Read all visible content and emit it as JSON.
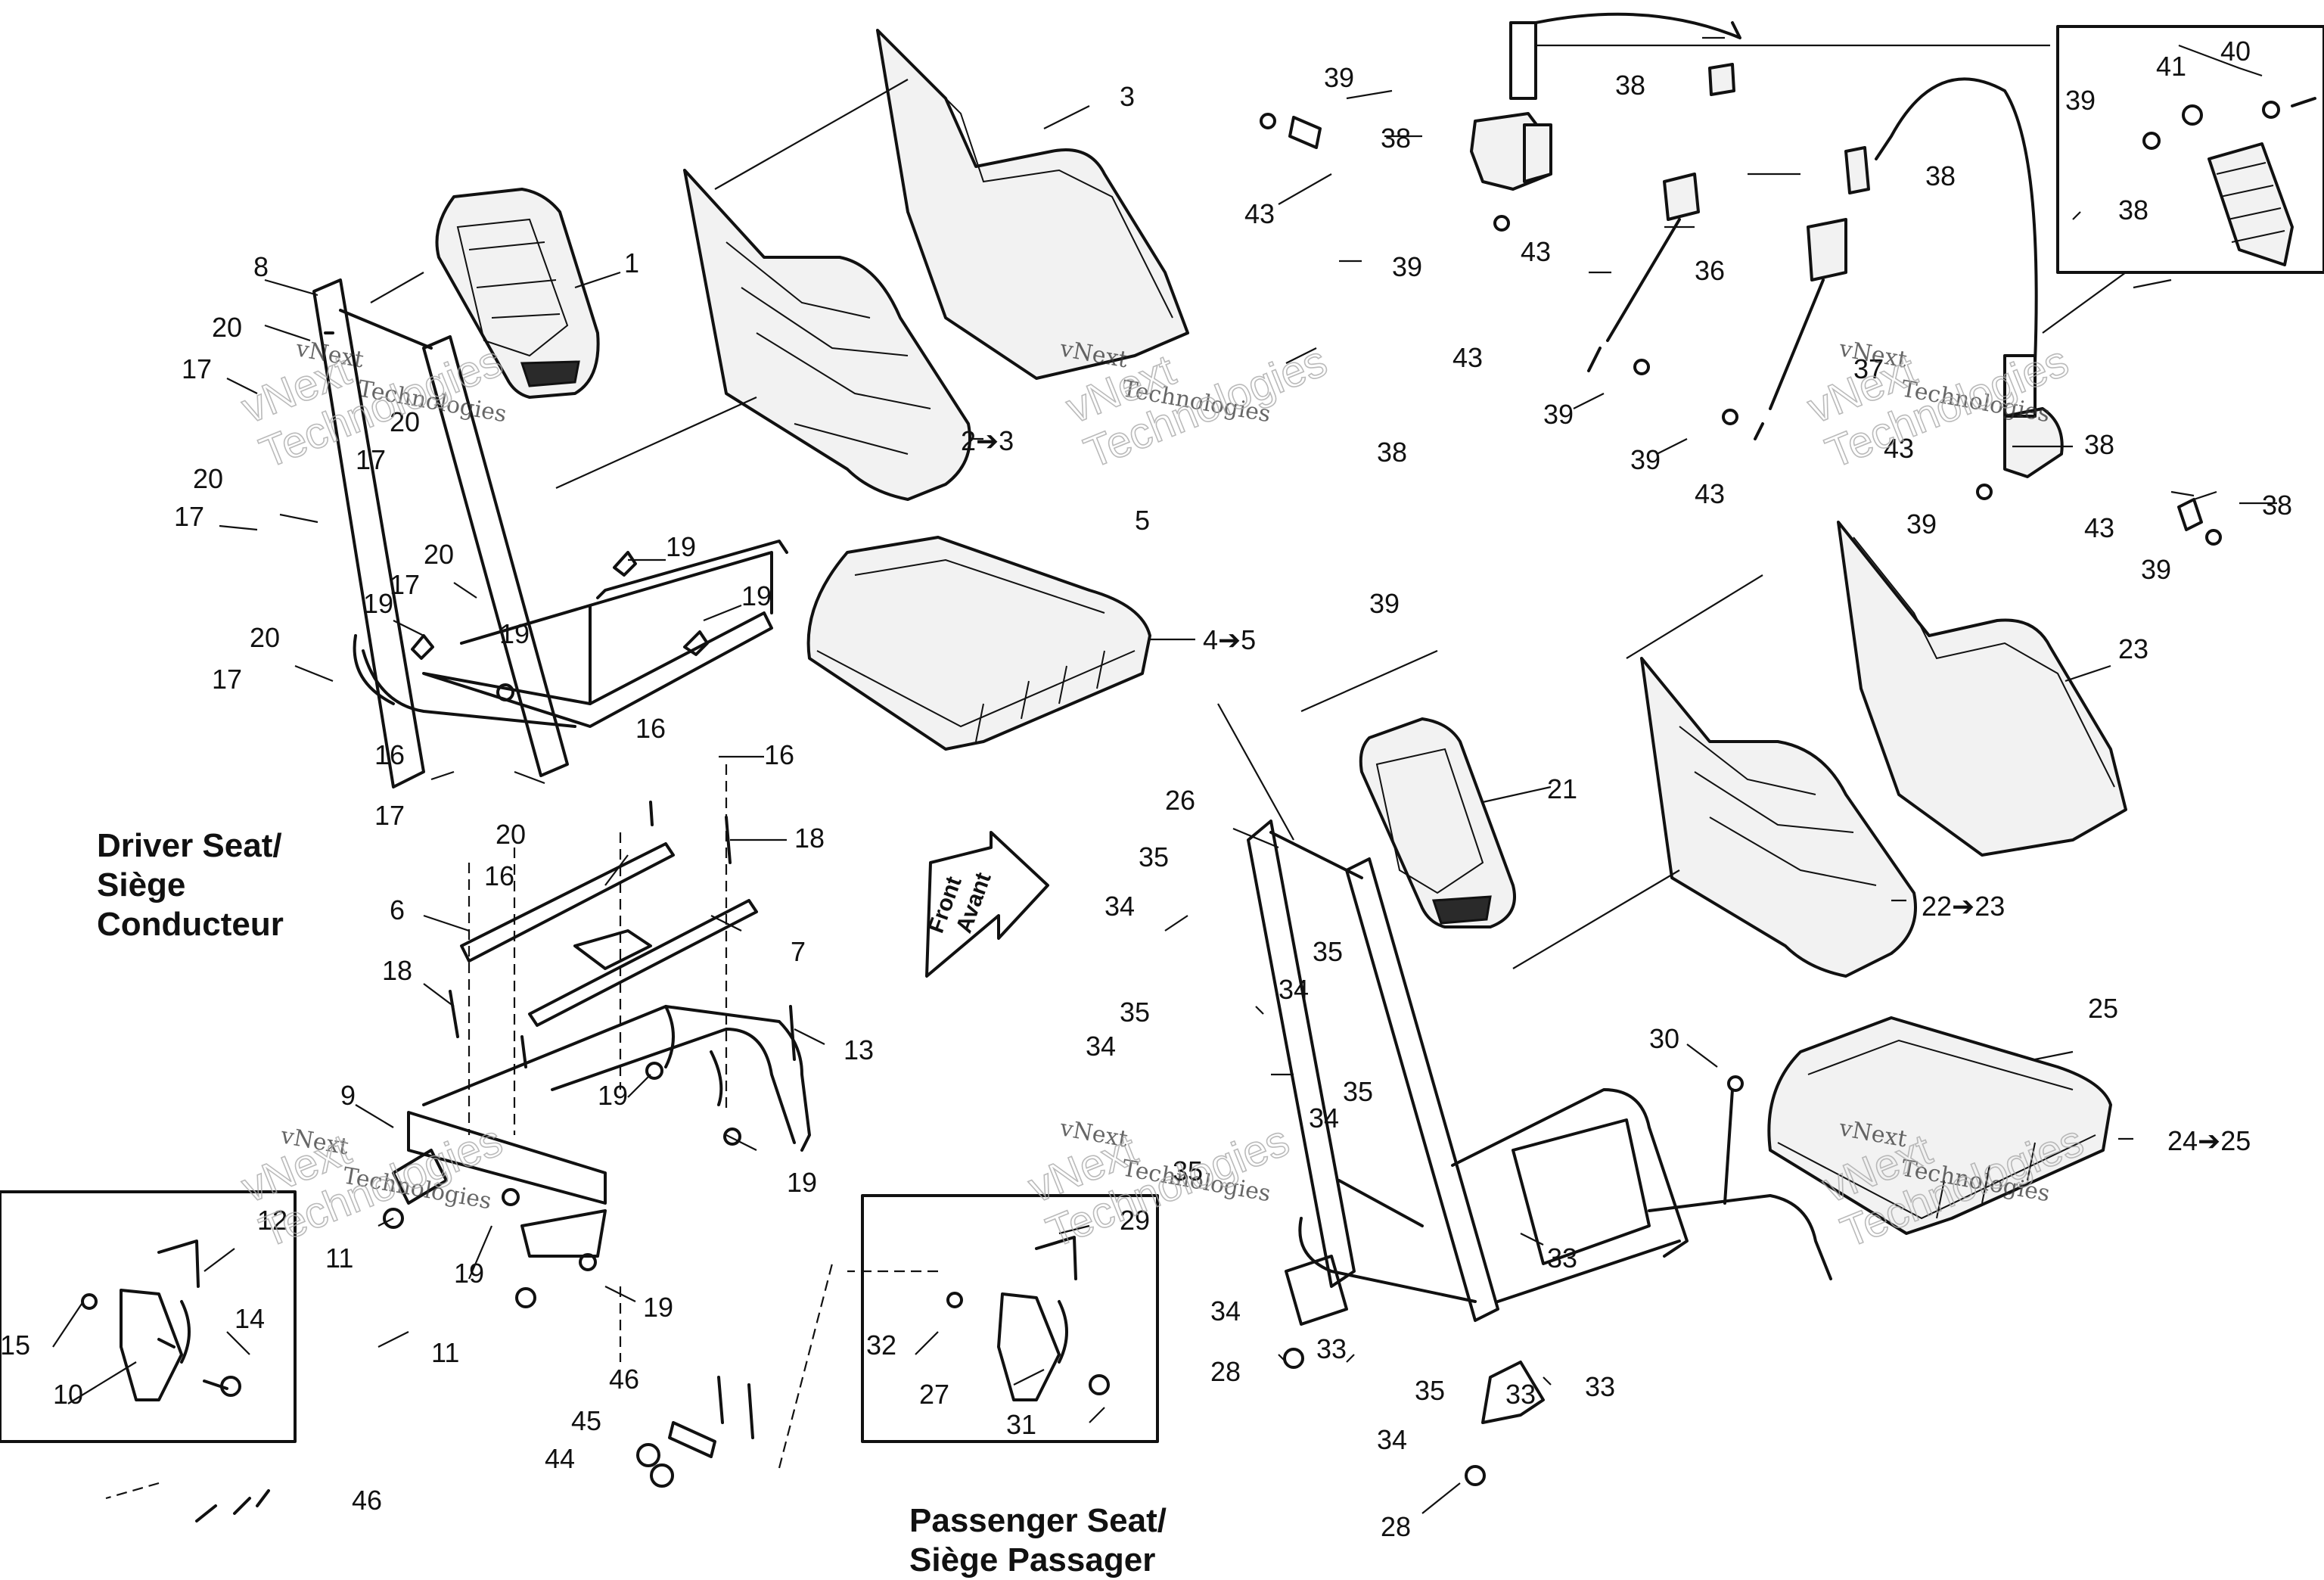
{
  "titles": {
    "driver_line1": "Driver Seat/",
    "driver_line2": "Siège",
    "driver_line3": "Conducteur",
    "passenger_line1": "Passenger Seat/",
    "passenger_line2": "Siège Passager"
  },
  "front_arrow": {
    "line1": "Front",
    "line2": "Avant"
  },
  "watermark": {
    "line1": "vNext",
    "line2": "Technologies"
  },
  "callouts": [
    "1",
    "2➔3",
    "3",
    "4➔5",
    "5",
    "6",
    "7",
    "8",
    "9",
    "10",
    "11",
    "11",
    "12",
    "13",
    "14",
    "15",
    "16",
    "16",
    "16",
    "16",
    "17",
    "17",
    "17",
    "17",
    "17",
    "17",
    "18",
    "18",
    "19",
    "19",
    "19",
    "19",
    "19",
    "19",
    "19",
    "19",
    "20",
    "20",
    "20",
    "20",
    "20",
    "20",
    "21",
    "22➔23",
    "23",
    "24➔25",
    "25",
    "26",
    "27",
    "28",
    "28",
    "29",
    "30",
    "31",
    "32",
    "33",
    "33",
    "33",
    "33",
    "34",
    "34",
    "34",
    "34",
    "34",
    "34",
    "35",
    "35",
    "35",
    "35",
    "35",
    "35",
    "36",
    "37",
    "38",
    "38",
    "38",
    "38",
    "38",
    "38",
    "38",
    "39",
    "39",
    "39",
    "39",
    "39",
    "39",
    "39",
    "39",
    "40",
    "41",
    "43",
    "43",
    "43",
    "43",
    "43",
    "43",
    "44",
    "45",
    "46",
    "46"
  ]
}
